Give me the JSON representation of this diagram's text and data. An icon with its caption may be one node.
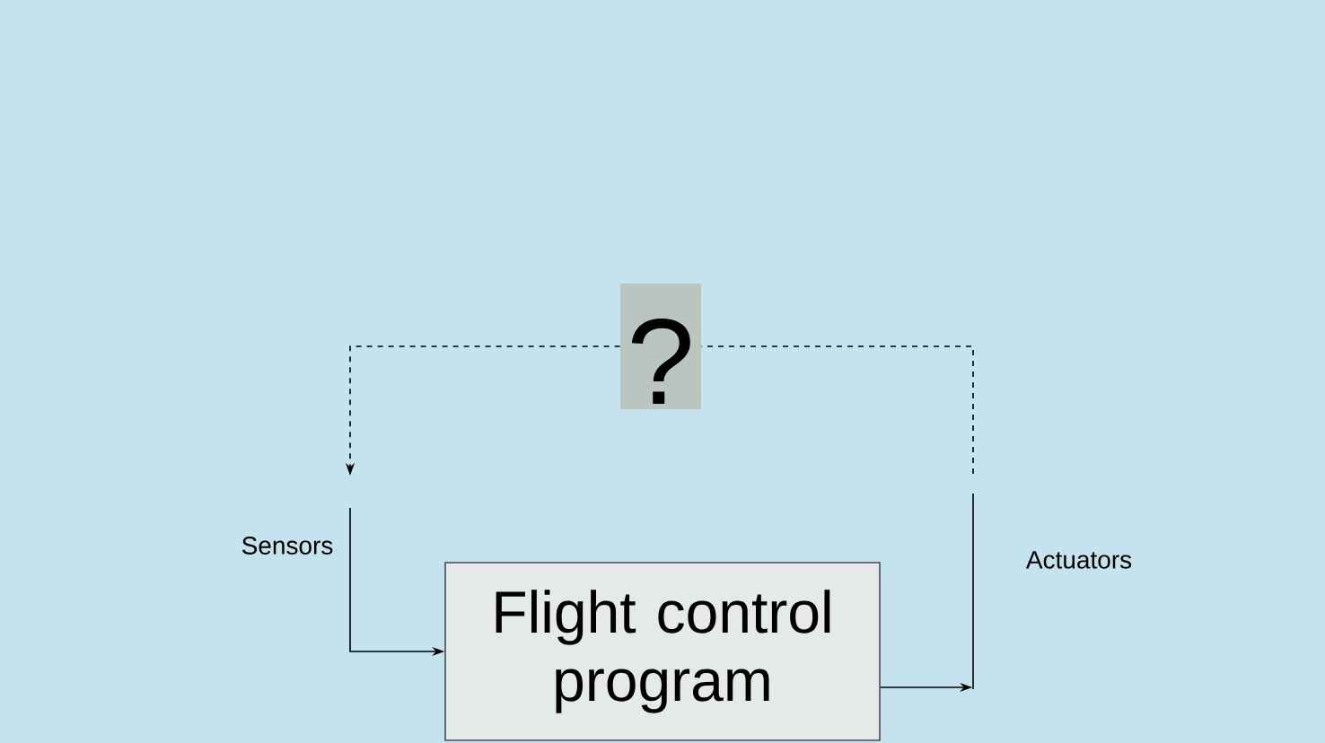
{
  "diagram": {
    "nodes": [
      {
        "text": [
          "?"
        ]
      },
      {
        "text": [
          "Sensors"
        ]
      },
      {
        "text": [
          "Flight control program"
        ]
      },
      {
        "text": [
          "Actuators"
        ]
      }
    ],
    "edges": [
      {
        "from": 1,
        "to": 2,
        "arrow": "to"
      },
      {
        "from": 2,
        "to": 3,
        "arrow": "to"
      },
      {
        "from": 3,
        "to": 0,
        "arrow": "none",
        "style": "dashed"
      },
      {
        "from": 0,
        "to": 1,
        "arrow": "to",
        "style": "dashed"
      }
    ]
  }
}
